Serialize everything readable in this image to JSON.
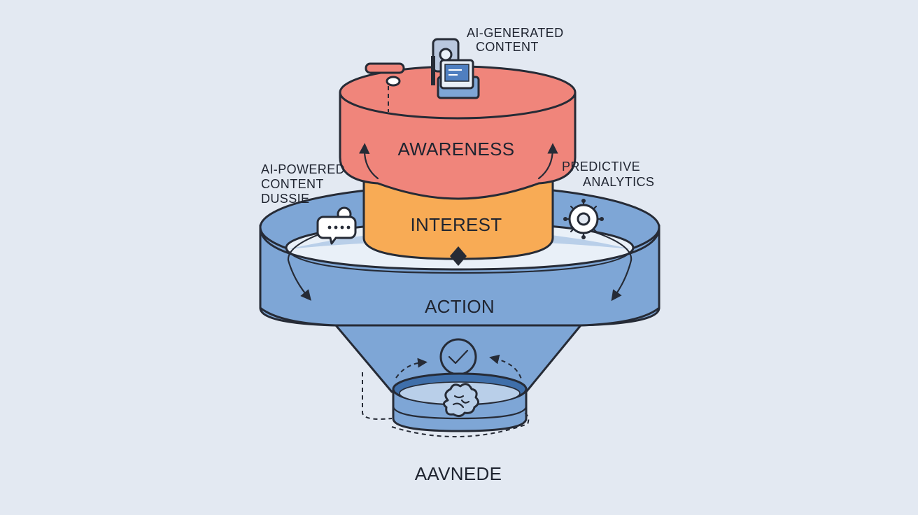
{
  "diagram": {
    "stages": {
      "top": "AWARENESS",
      "middle": "INTEREST",
      "bottom": "ACTION",
      "base": "AAVNEDE"
    },
    "annotations": {
      "top_right": [
        "AI-GENERATED",
        "CONTENT"
      ],
      "left": [
        "AI-POWERED",
        "CONTENT",
        "DUSSIE"
      ],
      "right": [
        "PREDICTIVE",
        "ANALYTICS"
      ]
    },
    "icons": {
      "top": "computer-monitor-icon",
      "left": "chat-bubble-icon",
      "right": "gear-network-icon",
      "center": "checkmark-circle-icon",
      "base": "brain-cloud-icon"
    },
    "colors": {
      "background": "#e3e9f2",
      "awareness": "#f0857b",
      "interest": "#f8ab55",
      "action": "#7ea6d6",
      "outline": "#262b36"
    }
  }
}
